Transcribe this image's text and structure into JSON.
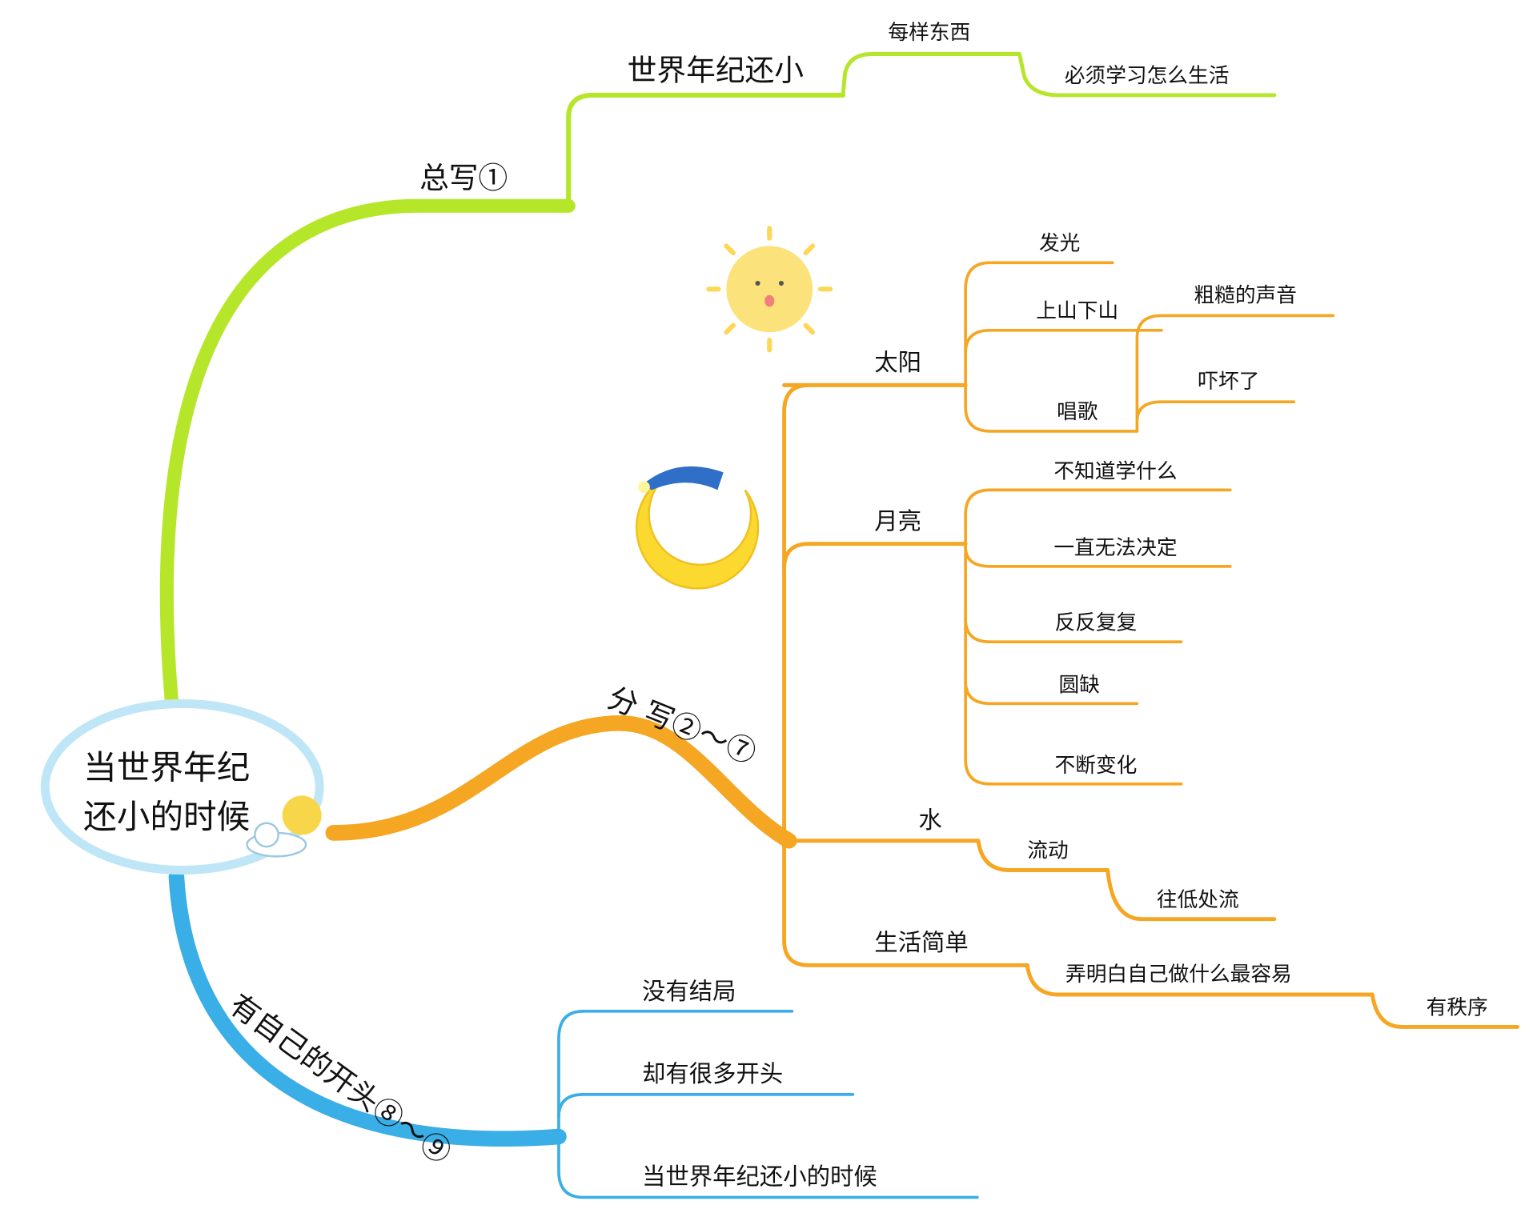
{
  "root": {
    "line1": "当世界年纪",
    "line2": "还小的时候"
  },
  "colors": {
    "green": "#b6e62a",
    "orange": "#f5a623",
    "blue": "#3aaee6",
    "bubble": "#bfe6f7"
  },
  "branches": {
    "intro": {
      "label": "总写①",
      "child": "世界年纪还小",
      "leaf1": "每样东西",
      "leaf2": "必须学习怎么生活"
    },
    "body": {
      "label": "分 写②～⑦",
      "sun": {
        "label": "太阳",
        "c1": "发光",
        "c2": "上山下山",
        "c3": "唱歌",
        "c3a": "粗糙的声音",
        "c3b": "吓坏了"
      },
      "moon": {
        "label": "月亮",
        "c1": "不知道学什么",
        "c2": "一直无法决定",
        "c3": "反反复复",
        "c4": "圆缺",
        "c5": "不断变化"
      },
      "water": {
        "label": "水",
        "c1": "流动",
        "c2": "往低处流"
      },
      "life": {
        "label": "生活简单",
        "c1": "弄明白自己做什么最容易",
        "c2": "有秩序"
      }
    },
    "ending": {
      "label": "有自己的开头⑧～⑨",
      "c1": "没有结局",
      "c2": "却有很多开头",
      "c3": "当世界年纪还小的时候"
    }
  },
  "icons": [
    "sun-icon",
    "moon-icon",
    "cloud-icon"
  ]
}
